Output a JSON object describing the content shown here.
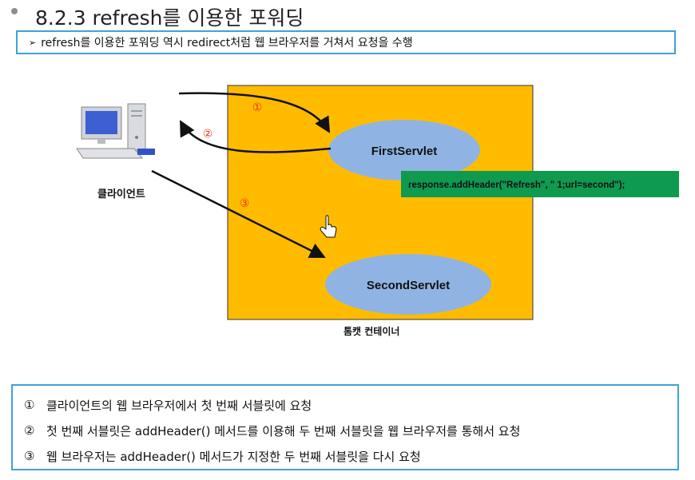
{
  "title": "8.2.3 refresh를 이용한 포워딩",
  "summary": "refresh를 이용한 포워딩 역시 redirect처럼 웹 브라우저를 거쳐서 요청을 수행",
  "diagram": {
    "client_label": "클라이언트",
    "container_label": "톰캣 컨테이너",
    "first_servlet": "FirstServlet",
    "second_servlet": "SecondServlet",
    "header_code": "response.addHeader(\"Refresh\", \" 1;url=second\");",
    "step1": "①",
    "step2": "②",
    "step3": "③",
    "colors": {
      "container": "#FFBB00",
      "servlet": "#8FB4E3",
      "code_box": "#0E9A4F",
      "box_border": "#3EA3D6",
      "step_number": "#E8321E"
    }
  },
  "notes": [
    {
      "num": "①",
      "text": "클라이언트의 웹 브라우저에서 첫 번째 서블릿에 요청"
    },
    {
      "num": "②",
      "text": "첫 번째 서블릿은 addHeader() 메서드를 이용해 두 번째 서블릿을 웹 브라우저를 통해서 요청"
    },
    {
      "num": "③",
      "text": "웹 브라우저는 addHeader() 메서드가 지정한 두 번째 서블릿을 다시 요청"
    }
  ]
}
